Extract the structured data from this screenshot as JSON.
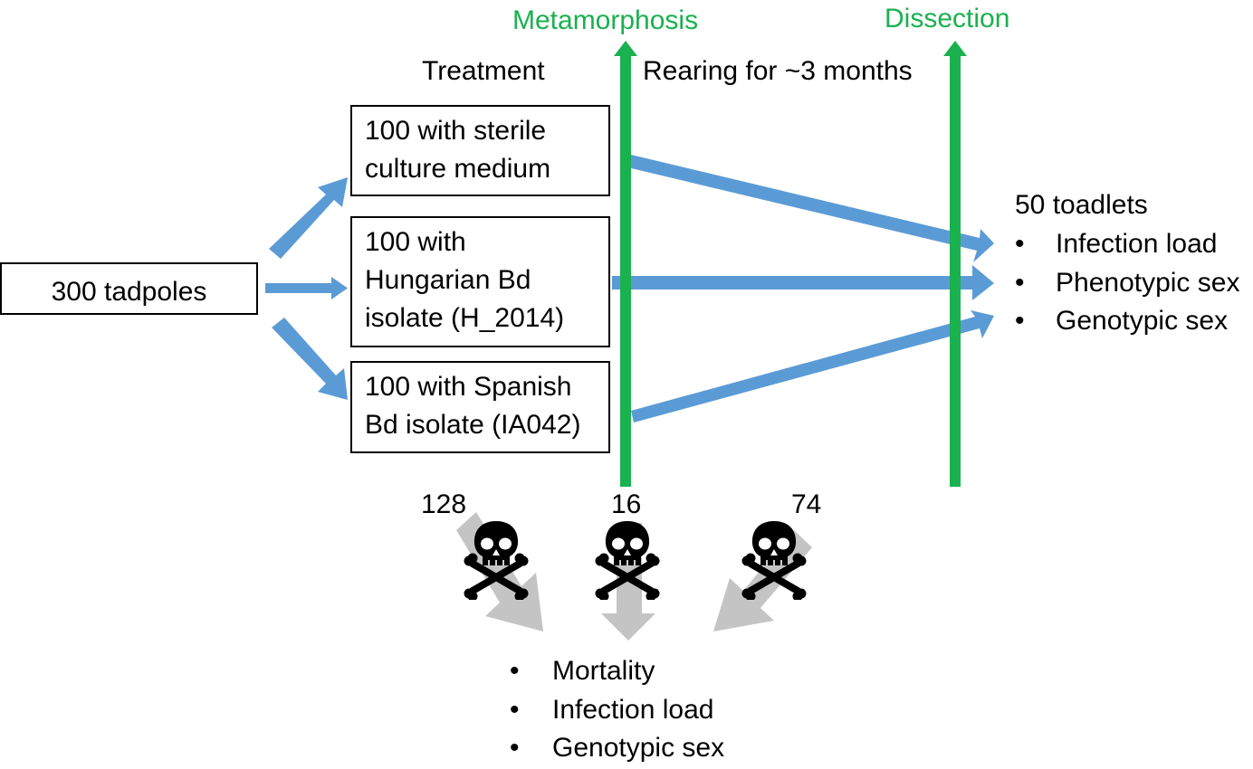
{
  "phases": {
    "metamorphosis": "Metamorphosis",
    "dissection": "Dissection"
  },
  "labels": {
    "treatment": "Treatment",
    "rearing": "Rearing for ~3 months"
  },
  "start_box": "300 tadpoles",
  "treatments": [
    {
      "lines": [
        "100 with sterile",
        "culture medium"
      ]
    },
    {
      "lines": [
        "100 with",
        "Hungarian Bd",
        "isolate (H_2014)"
      ]
    },
    {
      "lines": [
        "100 with Spanish",
        "Bd isolate (IA042)"
      ]
    }
  ],
  "toadlets": {
    "title": "50 toadlets",
    "items": [
      "Infection load",
      "Phenotypic sex",
      "Genotypic sex"
    ]
  },
  "deaths": {
    "counts": [
      "128",
      "16",
      "74"
    ],
    "icon": "skull-crossbones-icon"
  },
  "mortality_outcomes": [
    "Mortality",
    "Infection load",
    "Genotypic sex"
  ],
  "bullet_char": "•",
  "colors": {
    "timeline": "#1ab14f",
    "flow_arrow": "#5b9bd5",
    "death_arrow": "#c4c4c4",
    "text": "#000000"
  }
}
